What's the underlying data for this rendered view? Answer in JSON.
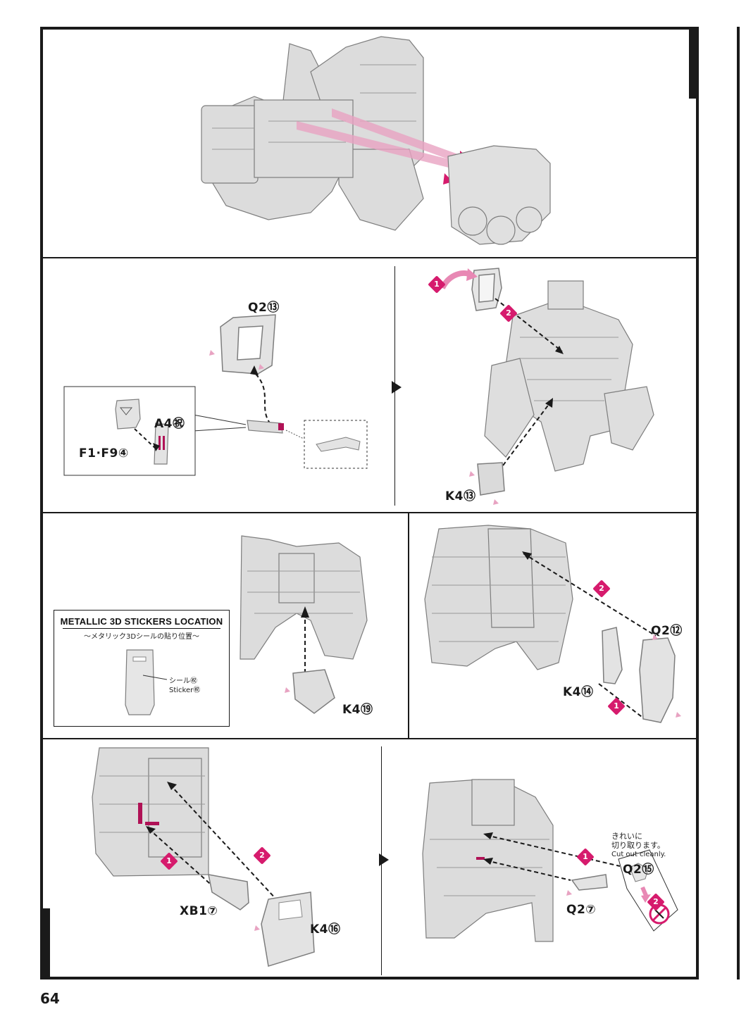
{
  "page_number": "64",
  "step1": {},
  "step2": {
    "left": {
      "label_top": "Q2⑬",
      "label_a": "A4㊗",
      "label_f": "F1·F9④"
    },
    "right": {
      "badge1": "1",
      "badge2": "2",
      "label_k": "K4⑬"
    }
  },
  "step3": {
    "sticker_box": {
      "title": "METALLIC 3D STICKERS LOCATION",
      "subtitle": "〜メタリック3Dシールの貼り位置〜",
      "sticker_jp": "シール㊗",
      "sticker_en": "Sticker㊗"
    },
    "label_k": "K4⑲"
  },
  "step4": {
    "badge1": "1",
    "badge2": "2",
    "label_q": "Q2⑫",
    "label_k": "K4⑭"
  },
  "step5": {
    "left": {
      "badge1": "1",
      "badge2": "2",
      "label_xb": "XB1⑦",
      "label_k": "K4⑯"
    },
    "right": {
      "badge1": "1",
      "badge2": "2",
      "note_jp_1": "きれいに",
      "note_jp_2": "切り取ります。",
      "note_en": "Cut out cleanly.",
      "label_q_top": "Q2⑮",
      "label_q_bottom": "Q2⑦"
    }
  },
  "colors": {
    "accent": "#d61b6d",
    "line": "#1a1a1a",
    "part_fill": "#d9d9d9",
    "part_stroke": "#8a8a8a"
  }
}
